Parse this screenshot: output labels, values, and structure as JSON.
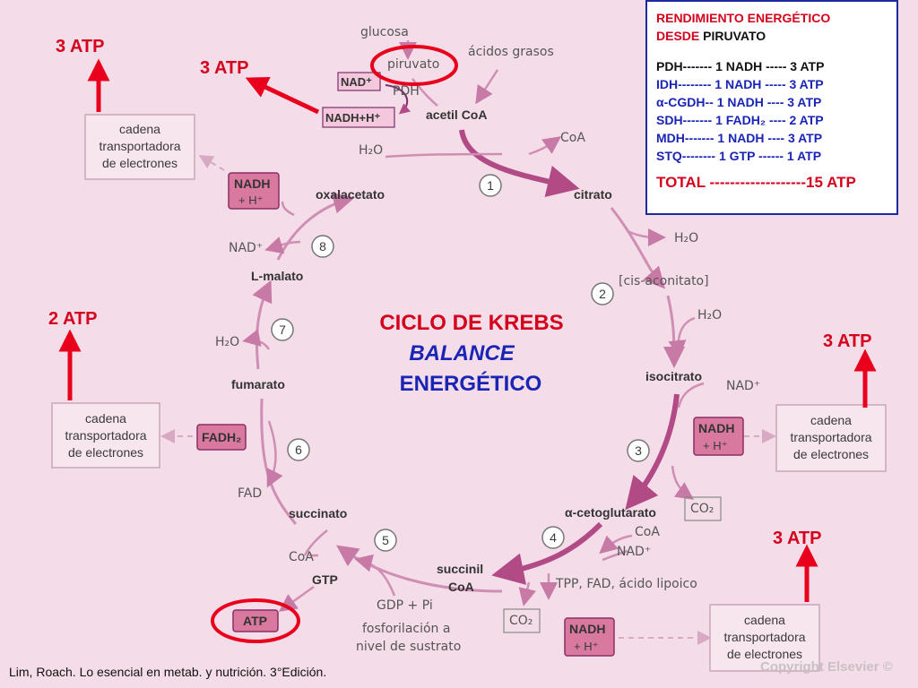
{
  "title": {
    "line1": "CICLO DE KREBS",
    "line2": "BALANCE",
    "line3": "ENERGÉTICO"
  },
  "colors": {
    "red": "#d4001c",
    "blue": "#1a24b5",
    "pink_box": "#d9799f",
    "arrow_pink": "#b24a86"
  },
  "metabolites": {
    "glucosa": "glucosa",
    "piruvato": "piruvato",
    "acidos_grasos": "ácidos grasos",
    "acetil_coa": "acetil CoA",
    "citrato": "citrato",
    "cis_aconitato": "[cis-aconitato]",
    "isocitrato": "isocitrato",
    "alfa_cetoglutarato": "α-cetoglutarato",
    "succinil_coa_1": "succinil",
    "succinil_coa_2": "CoA",
    "succinato": "succinato",
    "fumarato": "fumarato",
    "l_malato": "L-malato",
    "oxalacetato": "oxalacetato"
  },
  "cofactors": {
    "pdh": "PDH",
    "nad_top": "NAD⁺",
    "nadh_top": "NADH+H⁺",
    "h2o_top": "H₂O",
    "coa_top": "CoA",
    "h2o_right1": "H₂O",
    "h2o_right2": "H₂O",
    "nad_right": "NAD⁺",
    "co2_right": "CO₂",
    "coa_right": "CoA",
    "nad_right2": "NAD⁺",
    "tpp": "TPP, FAD, ácido lipoico",
    "co2_bottom": "CO₂",
    "gdp_pi": "GDP + Pi",
    "fosforilacion_1": "fosforilación a",
    "fosforilacion_2": "nivel de sustrato",
    "coa_left": "CoA",
    "gtp": "GTP",
    "fad": "FAD",
    "h2o_left": "H₂O",
    "nad_left": "NAD⁺"
  },
  "boxes": {
    "nadh_label": "NADH",
    "h_plus": "+ H⁺",
    "fadh2_label": "FADH₂",
    "atp_label": "ATP"
  },
  "cadena": {
    "line1": "cadena",
    "line2": "transportadora",
    "line3": "de electrones"
  },
  "steps": [
    "1",
    "2",
    "3",
    "4",
    "5",
    "6",
    "7",
    "8"
  ],
  "atp_labels": {
    "top_left": "3 ATP",
    "top_pdh": "3 ATP",
    "left_mid": "2 ATP",
    "right_mid": "3 ATP",
    "bottom_right": "3 ATP"
  },
  "infobox": {
    "title1": "RENDIMIENTO ENERGÉTICO",
    "title2a": "DESDE",
    "title2b": "PIRUVATO",
    "row_pdh": "PDH------- 1 NADH ----- 3 ATP",
    "row_idh": "IDH-------- 1 NADH ----- 3 ATP",
    "row_acgdh": "α-CGDH-- 1 NADH ---- 3 ATP",
    "row_sdh": "SDH------- 1 FADH₂ ---- 2 ATP",
    "row_mdh": "MDH------- 1 NADH ---- 3 ATP",
    "row_stq": "STQ-------- 1 GTP ------ 1 ATP",
    "total": "TOTAL -------------------15 ATP"
  },
  "citation": "Lim, Roach. Lo esencial en metab. y nutrición. 3°Edición.",
  "copyright": "Copyright Elsevier ©"
}
